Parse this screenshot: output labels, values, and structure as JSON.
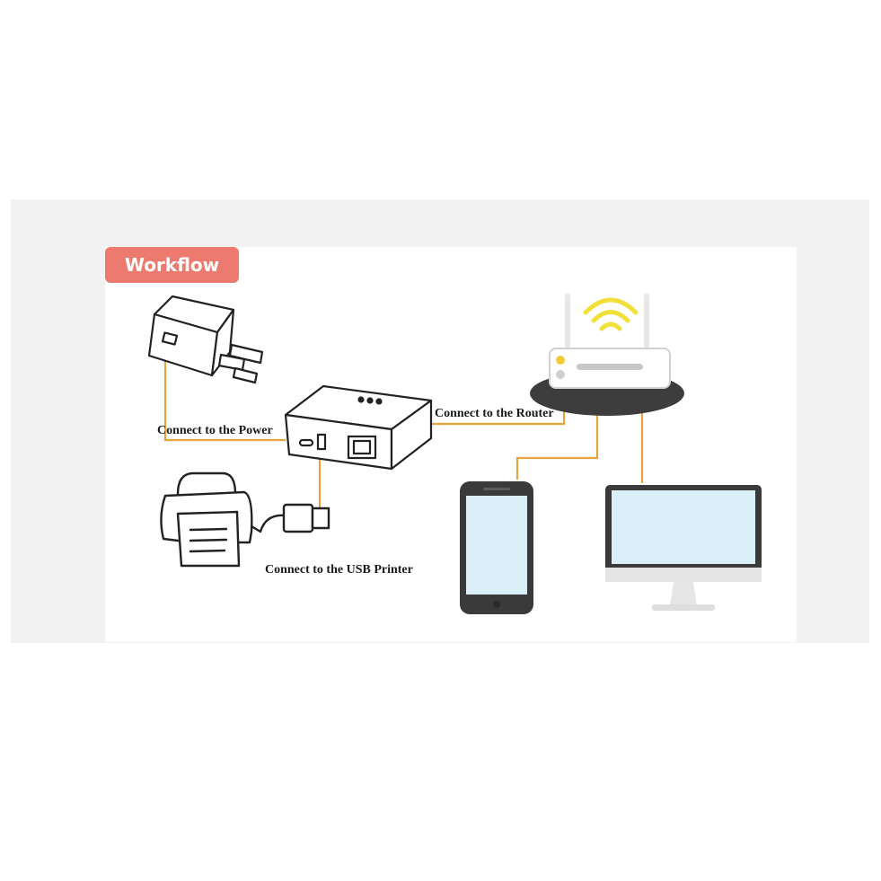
{
  "title_tag": "Workflow",
  "labels": {
    "power": "Connect to  the Power",
    "router": "Connect to the Router",
    "printer": "Connect to the USB Printer"
  },
  "colors": {
    "tag_bg": "#ec7a6e",
    "cable": "#e8a33d",
    "wifi": "#f2e03a",
    "device_screen": "#d9eef6",
    "phone_body": "#3a3a3a"
  },
  "icons": [
    "power-adapter-icon",
    "print-server-icon",
    "router-icon",
    "wifi-icon",
    "printer-icon",
    "usb-plug-icon",
    "smartphone-icon",
    "desktop-monitor-icon"
  ]
}
